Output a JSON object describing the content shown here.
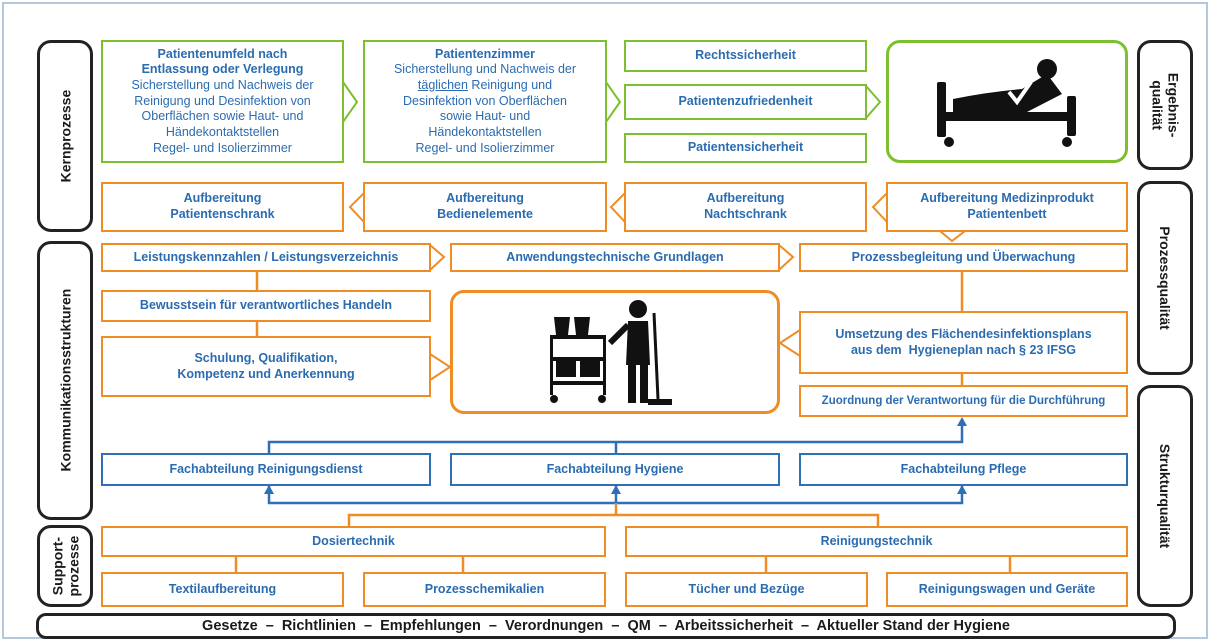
{
  "side_labels": {
    "kernprozesse": "Kernprozesse",
    "kommunikation": "Kommunikationsstrukturen",
    "support": "Support-\nprozesse",
    "ergebnis": "Ergebnis-\nqualität",
    "prozess": "Prozessqualität",
    "struktur": "Strukturqualität"
  },
  "green": {
    "umfeld_title": "Patientenumfeld nach\nEntlassung oder Verlegung",
    "umfeld_body": "Sicherstellung und Nachweis der\nReinigung und Desinfektion von\nOberflächen sowie Haut- und\nHändekontaktstellen\nRegel- und Isolierzimmer",
    "zimmer_title": "Patientenzimmer",
    "zimmer_body1": "Sicherstellung und Nachweis der",
    "zimmer_underline": "täglichen",
    "zimmer_body2": " Reinigung und\nDesinfektion von Oberflächen\nsowie Haut- und\nHändekontaktstellen\nRegel- und Isolierzimmer",
    "rechtssicherheit": "Rechtssicherheit",
    "zufriedenheit": "Patientenzufriedenheit",
    "sicherheit": "Patientensicherheit"
  },
  "orange": {
    "schrank": "Aufbereitung\nPatientenschrank",
    "bedien": "Aufbereitung\nBedienelemente",
    "nacht": "Aufbereitung\nNachtschrank",
    "bett": "Aufbereitung Medizinprodukt\nPatientenbett",
    "kennzahlen": "Leistungskennzahlen / Leistungsverzeichnis",
    "grundlagen": "Anwendungstechnische Grundlagen",
    "begleitung": "Prozessbegleitung und Überwachung",
    "bewusstsein": "Bewusstsein für verantwortliches Handeln",
    "schulung": "Schulung, Qualifikation,\nKompetenz und Anerkennung",
    "umsetzung": "Umsetzung des Flächendesinfektionsplans\naus dem  Hygieneplan nach § 23 IFSG",
    "zuordnung": "Zuordnung der Verantwortung für die Durchführung",
    "dosier": "Dosiertechnik",
    "reinigungstechnik": "Reinigungstechnik",
    "textil": "Textilaufbereitung",
    "chemikalien": "Prozesschemikalien",
    "tuecher": "Tücher und Bezüge",
    "wagen": "Reinigungswagen und Geräte"
  },
  "blue": {
    "reinigungsdienst": "Fachabteilung Reinigungsdienst",
    "hygiene": "Fachabteilung Hygiene",
    "pflege": "Fachabteilung Pflege"
  },
  "footer": "Gesetze  –  Richtlinien  –  Empfehlungen  –  Verordnungen  –  QM  –  Arbeitssicherheit  –  Aktueller Stand der Hygiene",
  "icons": [
    "patient-bed-icon",
    "cleaner-cart-icon"
  ],
  "colors": {
    "green": "#7cbf2f",
    "orange": "#f08c24",
    "blue": "#2f6fb5",
    "text": "#2b6cb0"
  }
}
